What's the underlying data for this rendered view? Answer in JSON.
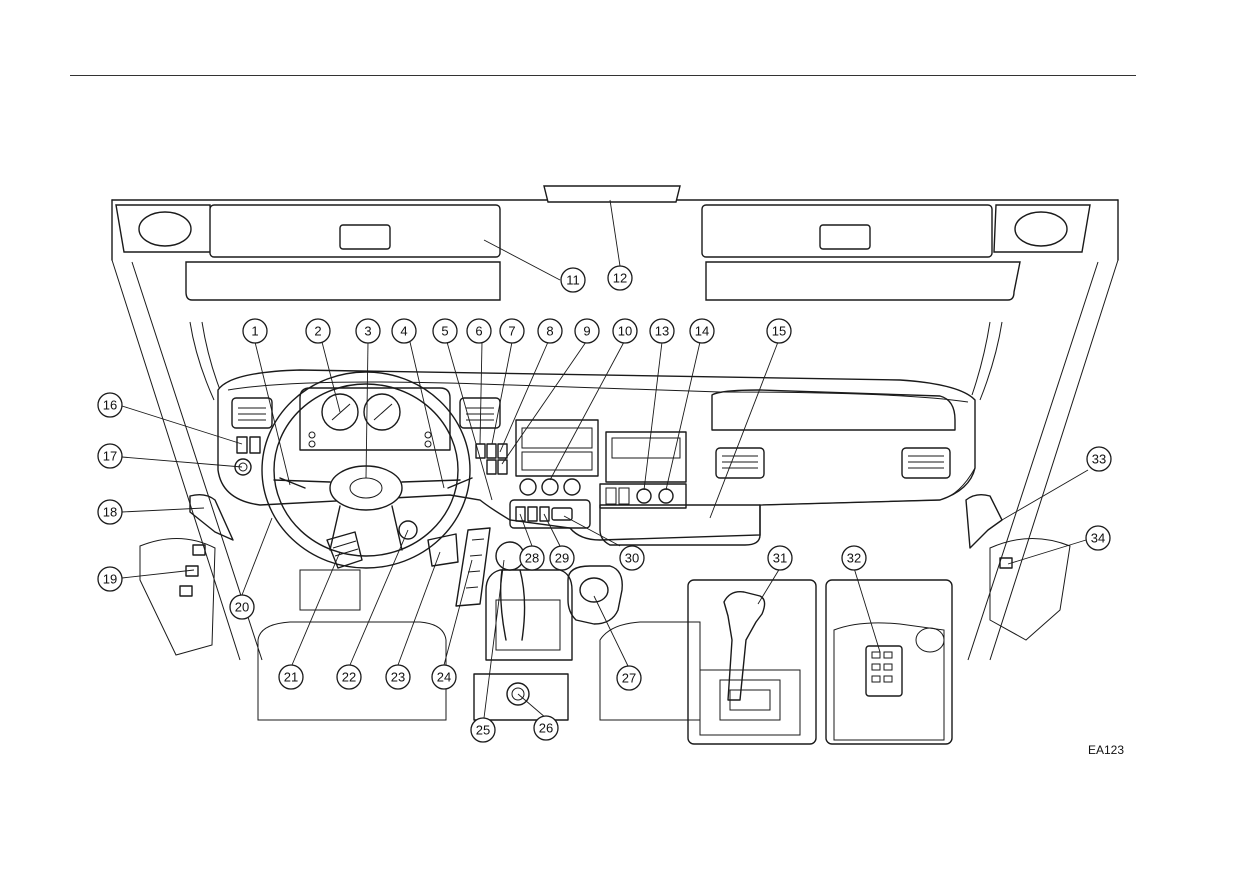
{
  "figure_code": "EA123",
  "callouts": [
    {
      "label": "1"
    },
    {
      "label": "2"
    },
    {
      "label": "3"
    },
    {
      "label": "4"
    },
    {
      "label": "5"
    },
    {
      "label": "6"
    },
    {
      "label": "7"
    },
    {
      "label": "8"
    },
    {
      "label": "9"
    },
    {
      "label": "10"
    },
    {
      "label": "11"
    },
    {
      "label": "12"
    },
    {
      "label": "13"
    },
    {
      "label": "14"
    },
    {
      "label": "15"
    },
    {
      "label": "16"
    },
    {
      "label": "17"
    },
    {
      "label": "18"
    },
    {
      "label": "19"
    },
    {
      "label": "20"
    },
    {
      "label": "21"
    },
    {
      "label": "22"
    },
    {
      "label": "23"
    },
    {
      "label": "24"
    },
    {
      "label": "25"
    },
    {
      "label": "26"
    },
    {
      "label": "27"
    },
    {
      "label": "28"
    },
    {
      "label": "29"
    },
    {
      "label": "30"
    },
    {
      "label": "31"
    },
    {
      "label": "32"
    },
    {
      "label": "33"
    },
    {
      "label": "34"
    }
  ]
}
